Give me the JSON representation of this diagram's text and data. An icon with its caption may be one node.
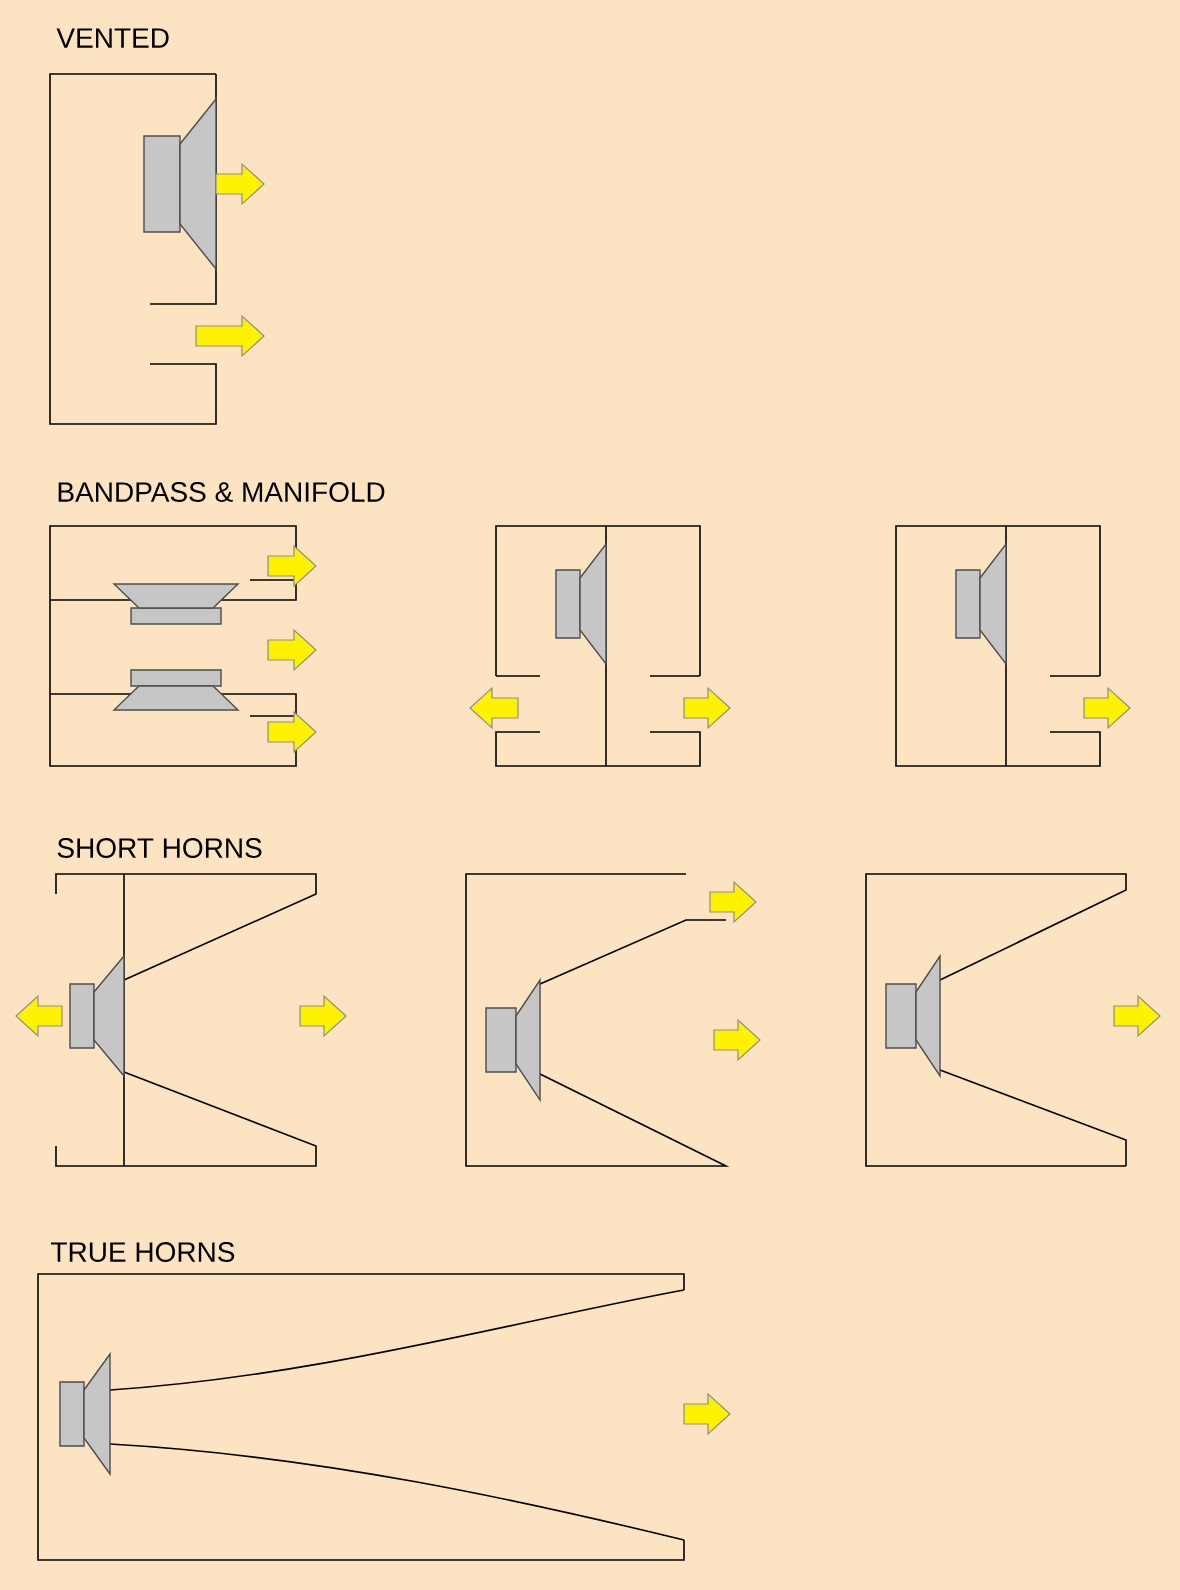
{
  "diagram": {
    "labels": [
      "VENTED",
      "BANDPASS & MANIFOLD",
      "SHORT HORNS",
      "TRUE HORNS"
    ]
  }
}
